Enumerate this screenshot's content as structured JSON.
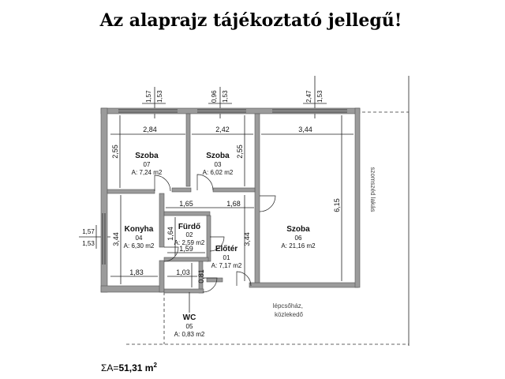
{
  "title": "Az alaprajz tájékoztató jellegű!",
  "rooms": {
    "szoba07": {
      "name": "Szoba",
      "number": "07",
      "area": "A: 7,24 m2"
    },
    "szoba03": {
      "name": "Szoba",
      "number": "03",
      "area": "A: 6,02 m2"
    },
    "szoba06": {
      "name": "Szoba",
      "number": "06",
      "area": "A: 21,16 m2"
    },
    "konyha04": {
      "name": "Konyha",
      "number": "04",
      "area": "A: 6,30 m2"
    },
    "furdo02": {
      "name": "Fürdő",
      "number": "02",
      "area": "A: 2,59 m2"
    },
    "eloter01": {
      "name": "Előtér",
      "number": "01",
      "area": "A: 7,17 m2"
    },
    "wc05": {
      "name": "WC",
      "number": "05",
      "area": "A: 0,83 m2"
    }
  },
  "top_dims": {
    "a1": "1,57",
    "a2": "1,53",
    "b1": "0,96",
    "b2": "1,53",
    "c1": "2,47",
    "c2": "1,53"
  },
  "left_dims": {
    "d1": "1,57",
    "d2": "1,53"
  },
  "inner_dims": {
    "w07": "2,84",
    "w03": "2,42",
    "w06": "3,44",
    "h07": "2,55",
    "h03": "2,55",
    "h06": "6,15",
    "hall1": "1,65",
    "hall2": "1,68",
    "h04": "3,44",
    "h01": "3,44",
    "w04": "1,83",
    "h02": "1,64",
    "w02": "1,59",
    "wwc": "1,03",
    "hwc": "0,81"
  },
  "notes": {
    "neighbor": "szomszéd lakás",
    "stairs": "lépcsőház, közlekedő"
  },
  "total_area": {
    "prefix": "ΣA=",
    "value": "51,31 m",
    "sup": "2"
  }
}
